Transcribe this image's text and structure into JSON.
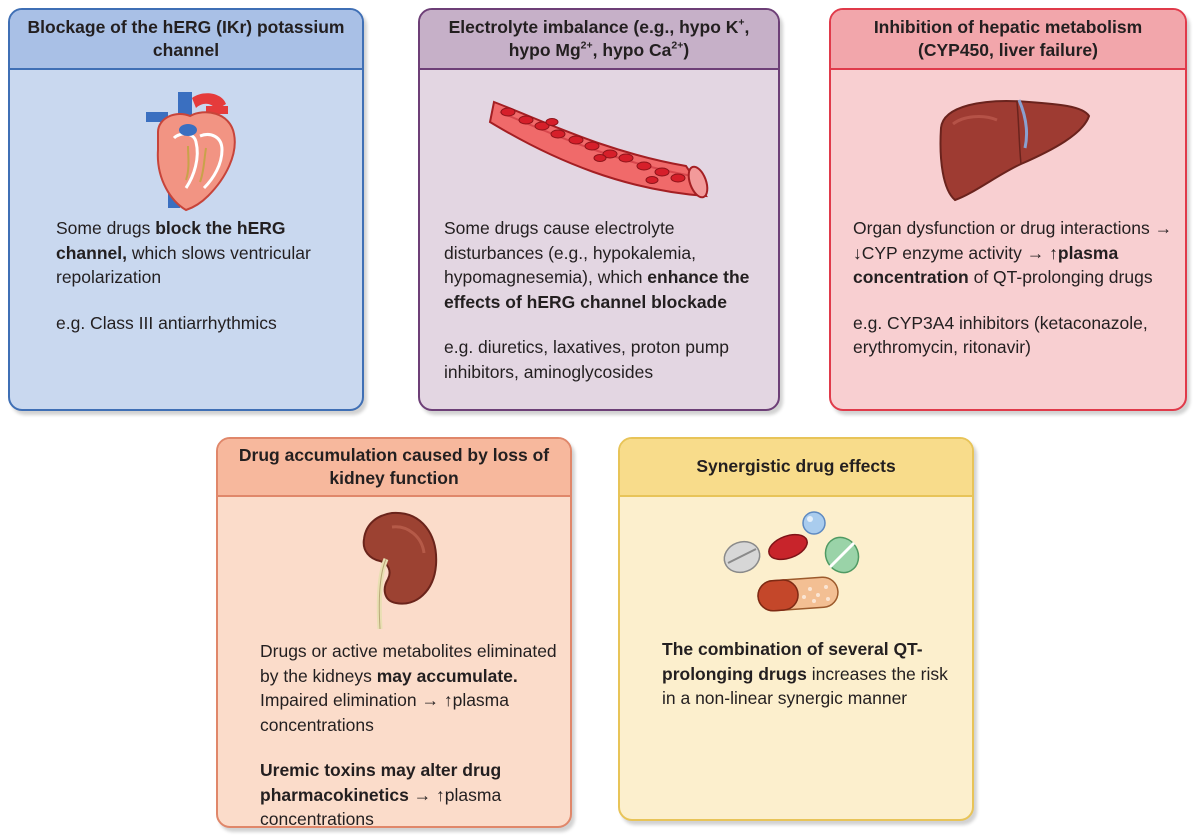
{
  "cards": {
    "herg": {
      "title": "Blockage of the hERG (IKr) potassium channel",
      "body_1_pre": "Some drugs ",
      "body_1_bold": "block the hERG channel,",
      "body_1_post": " which slows ventricular repolarization",
      "example": "e.g. Class III antiarrhythmics",
      "icon": "heart-icon",
      "bg": "#c9d8ef",
      "header_bg": "#a9c0e6",
      "border": "#3f6fb5"
    },
    "electrolyte": {
      "title_line1": "Electrolyte imbalance (e.g., hypo K",
      "title_sup1": "+",
      "title_sep": ",",
      "title_line2a": "hypo Mg",
      "title_sup2": "2+",
      "title_line2b": ", hypo Ca",
      "title_sup3": "2+",
      "title_line2c": ")",
      "body_pre": "Some drugs cause electrolyte disturbances (e.g., hypokalemia, hypomagnesemia), which ",
      "body_bold": "enhance the effects of hERG channel blockade",
      "example": "e.g. diuretics, laxatives, proton pump inhibitors, aminoglycosides",
      "icon": "blood-vessel-icon",
      "bg": "#e3d6e2",
      "header_bg": "#c6b0c8",
      "border": "#6d3f77"
    },
    "liver": {
      "title": "Inhibition of hepatic metabolism (CYP450, liver failure)",
      "body_pre": "Organ dysfunction or drug interactions ",
      "body_arrow1": "→",
      "body_mid": " ↓CYP enzyme activity ",
      "body_arrow2": "→",
      "body_bold": " ↑plasma concentration",
      "body_post": " of QT-prolonging drugs",
      "example": "e.g. CYP3A4 inhibitors (ketaconazole, erythromycin, ritonavir)",
      "icon": "liver-icon",
      "bg": "#f8cfd1",
      "header_bg": "#f2a6ab",
      "border": "#e03a4a"
    },
    "kidney": {
      "title": "Drug accumulation caused by loss of kidney function",
      "body1_pre": "Drugs or active metabolites eliminated by the kidneys ",
      "body1_bold": "may accumulate.",
      "body1_mid": " Impaired elimination ",
      "body1_arrow": "→",
      "body1_post": " ↑plasma concentrations",
      "body2_bold": "Uremic toxins may alter drug pharmacokinetics",
      "body2_arrow": " →",
      "body2_post": " ↑plasma concentrations",
      "icon": "kidney-icon",
      "bg": "#fbdcca",
      "header_bg": "#f7b89d",
      "border": "#e0876a"
    },
    "synergy": {
      "title": "Synergistic drug effects",
      "body_bold": "The combination of several QT-prolonging drugs",
      "body_post": " increases the risk in a non-linear synergic manner",
      "icon": "pills-icon",
      "bg": "#fcefcd",
      "header_bg": "#f8dc8b",
      "border": "#e8c458"
    }
  }
}
